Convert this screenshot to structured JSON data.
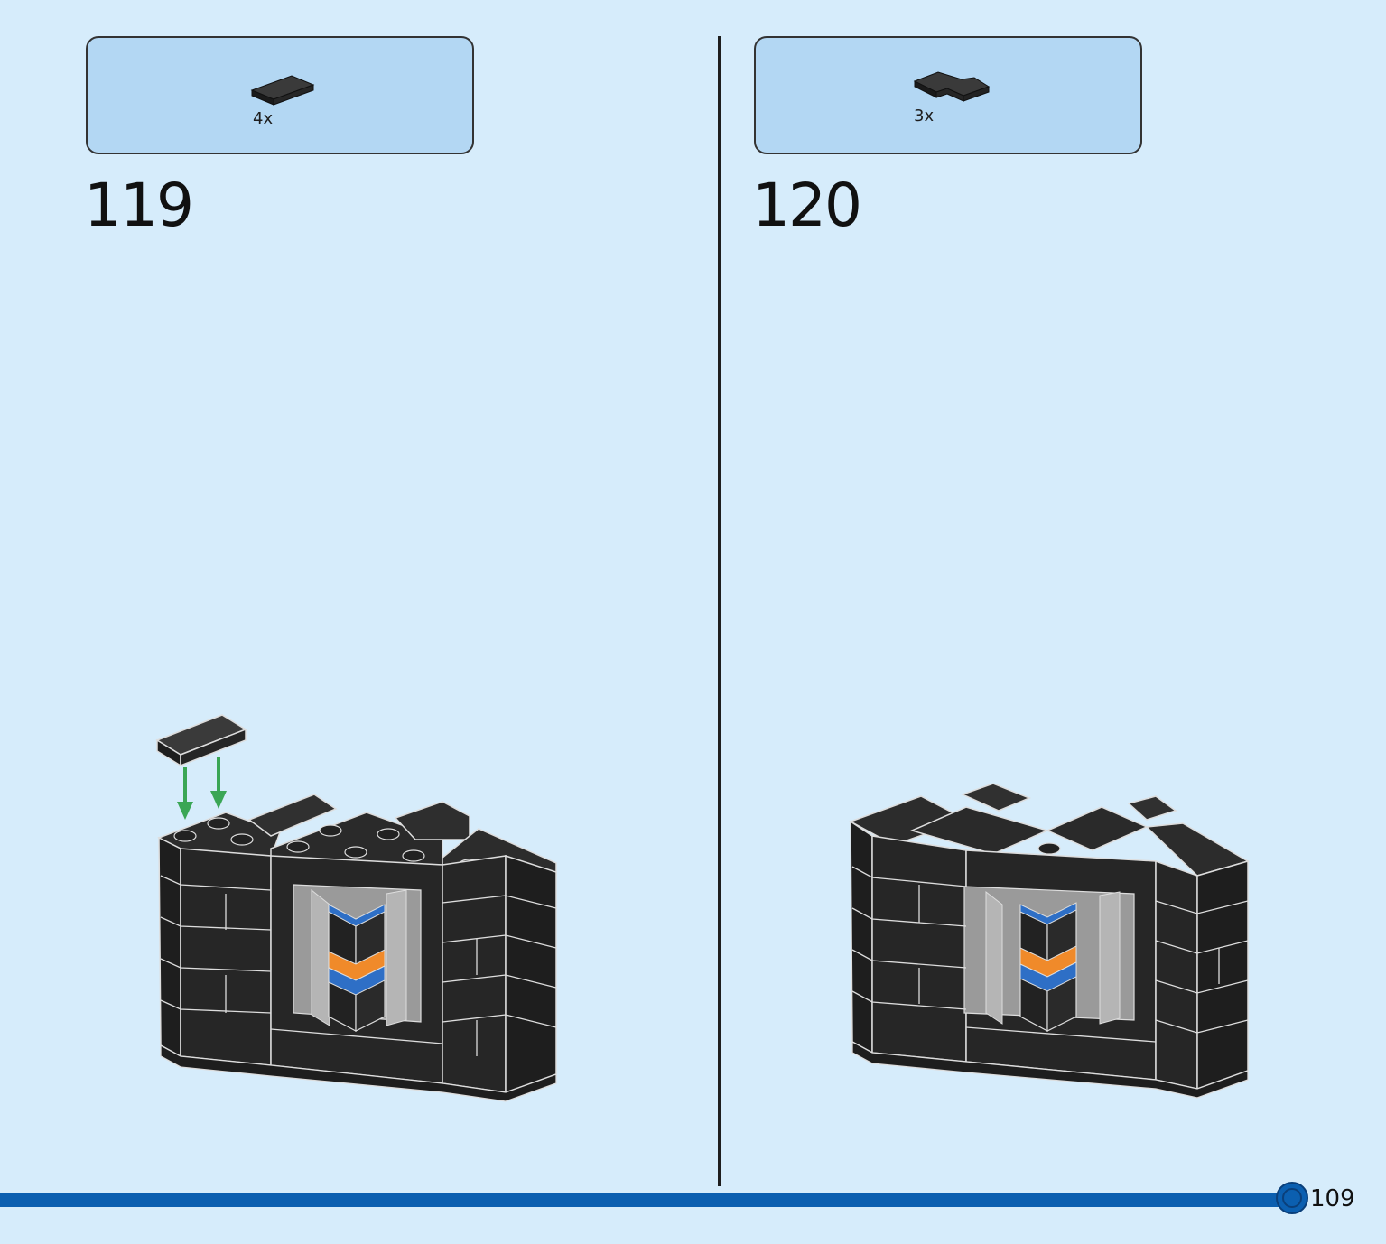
{
  "steps": [
    {
      "number": "119",
      "part_qty": "4x",
      "part_icon": "black-tile-2x1-icon"
    },
    {
      "number": "120",
      "part_qty": "3x",
      "part_icon": "black-corner-tile-icon"
    }
  ],
  "page_number": "109",
  "colors": {
    "background": "#d6ecfb",
    "parts_box": "#b3d7f3",
    "footer_bar": "#0b5fb0",
    "brick_black": "#262626",
    "brick_gray": "#a9a9a9",
    "accent_blue": "#2e6fc6",
    "accent_orange": "#f08a2a",
    "arrow_green": "#3aa655"
  }
}
